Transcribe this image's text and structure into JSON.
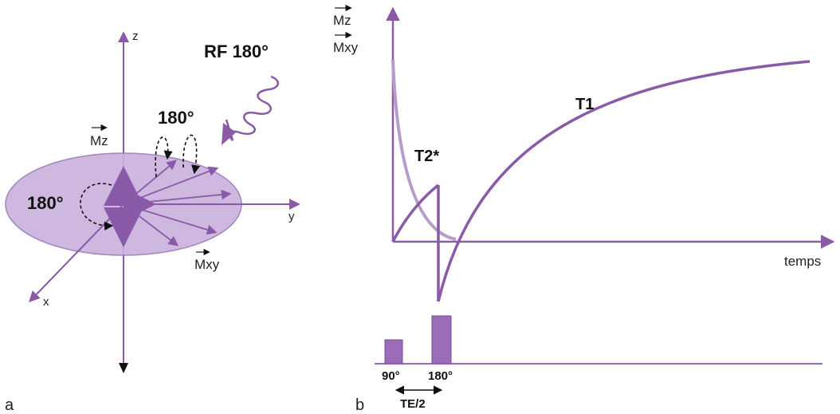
{
  "panel_a": {
    "panel_label": "a",
    "axis_z": "z",
    "axis_y": "y",
    "axis_x": "x",
    "vector_mz": "Mz",
    "vector_mxy": "Mxy",
    "rf_label": "RF 180°",
    "flip_top_label": "180°",
    "flip_left_label": "180°"
  },
  "panel_b": {
    "panel_label": "b",
    "y_label_1": "Mz",
    "y_label_2": "Mxy",
    "x_label": "temps",
    "curve_t1": "T1",
    "curve_t2star": "T2*",
    "pulse_90": "90°",
    "pulse_180": "180°",
    "te_label": "TE/2"
  },
  "colors": {
    "purple": "#8a5aa8",
    "purple_light": "#b79ccb",
    "disc_fill": "#c9b1dc",
    "disc_stroke": "#9a78b8",
    "pulse_fill": "#9b6db8"
  }
}
